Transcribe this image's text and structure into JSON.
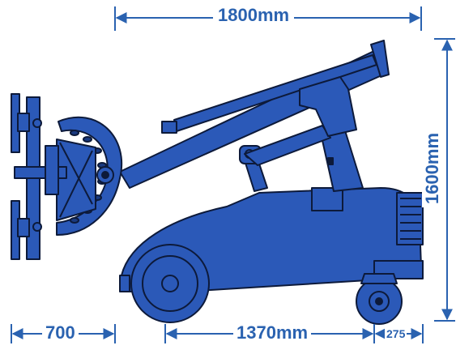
{
  "dimensions": {
    "overall_length": "1800mm",
    "overall_height": "1600mm",
    "front_overhang": "700",
    "wheelbase": "1370mm",
    "rear_overhang": "275"
  },
  "colors": {
    "machine_body": "#2b59b8",
    "machine_outline": "#0d1a3a",
    "dimension": "#2a62b0"
  }
}
